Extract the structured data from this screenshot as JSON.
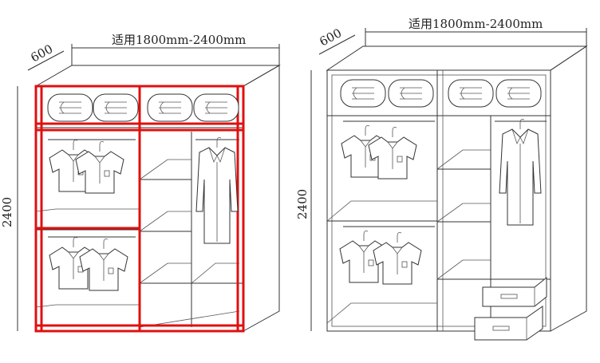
{
  "left_wardrobe": {
    "width_label": "适用1800mm-2400mm",
    "depth_label": "600",
    "height_label": "2400",
    "highlight_color": "#e01010"
  },
  "right_wardrobe": {
    "width_label": "适用1800mm-2400mm",
    "depth_label": "600",
    "height_label": "2400"
  }
}
